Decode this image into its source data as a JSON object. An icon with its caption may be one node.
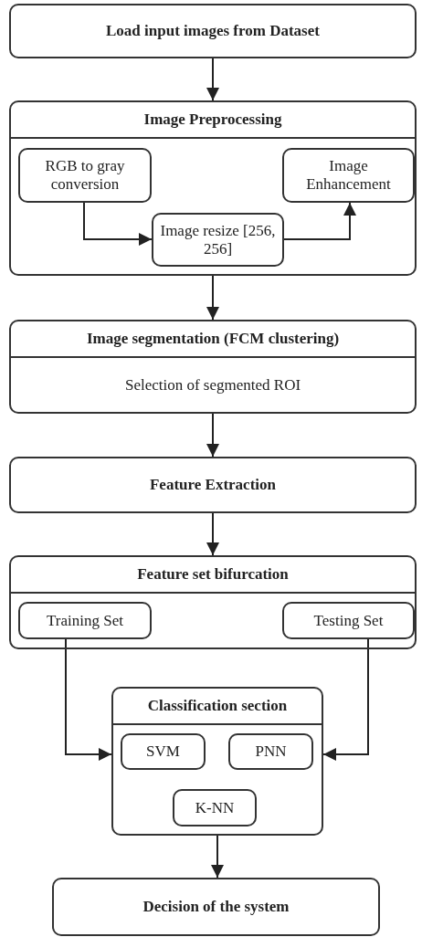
{
  "diagram": {
    "nodes": [
      {
        "text": [
          "Load input images from Dataset"
        ]
      },
      {
        "text": [
          "Image Preprocessing"
        ]
      },
      {
        "text": [
          "RGB to gray conversion"
        ],
        "in": 1
      },
      {
        "text": [
          "Image Enhancement"
        ],
        "in": 1
      },
      {
        "text": [
          "Image resize [256, 256]"
        ],
        "in": 1
      },
      {
        "text": [
          "Image segmentation (FCM clustering)",
          "Selection of segmented ROI"
        ]
      },
      {
        "text": [
          "Feature Extraction"
        ]
      },
      {
        "text": [
          "Feature set bifurcation"
        ]
      },
      {
        "text": [
          "Training Set"
        ],
        "in": 7
      },
      {
        "text": [
          "Testing Set"
        ],
        "in": 7
      },
      {
        "text": [
          "Classification section"
        ]
      },
      {
        "text": [
          "SVM"
        ],
        "in": 10
      },
      {
        "text": [
          "PNN"
        ],
        "in": 10
      },
      {
        "text": [
          "K-NN"
        ],
        "in": 10
      },
      {
        "text": [
          "Decision of the system"
        ]
      }
    ],
    "edges": [
      {
        "from": 0,
        "to": 1,
        "arrow": "to"
      },
      {
        "from": 2,
        "to": 4,
        "arrow": "to"
      },
      {
        "from": 4,
        "to": 3,
        "arrow": "to"
      },
      {
        "from": 1,
        "to": 5,
        "arrow": "to"
      },
      {
        "from": 5,
        "to": 6,
        "arrow": "to"
      },
      {
        "from": 6,
        "to": 7,
        "arrow": "to"
      },
      {
        "from": 8,
        "to": 10,
        "arrow": "to"
      },
      {
        "from": 9,
        "to": 10,
        "arrow": "to"
      },
      {
        "from": 10,
        "to": 14,
        "arrow": "to"
      }
    ]
  }
}
